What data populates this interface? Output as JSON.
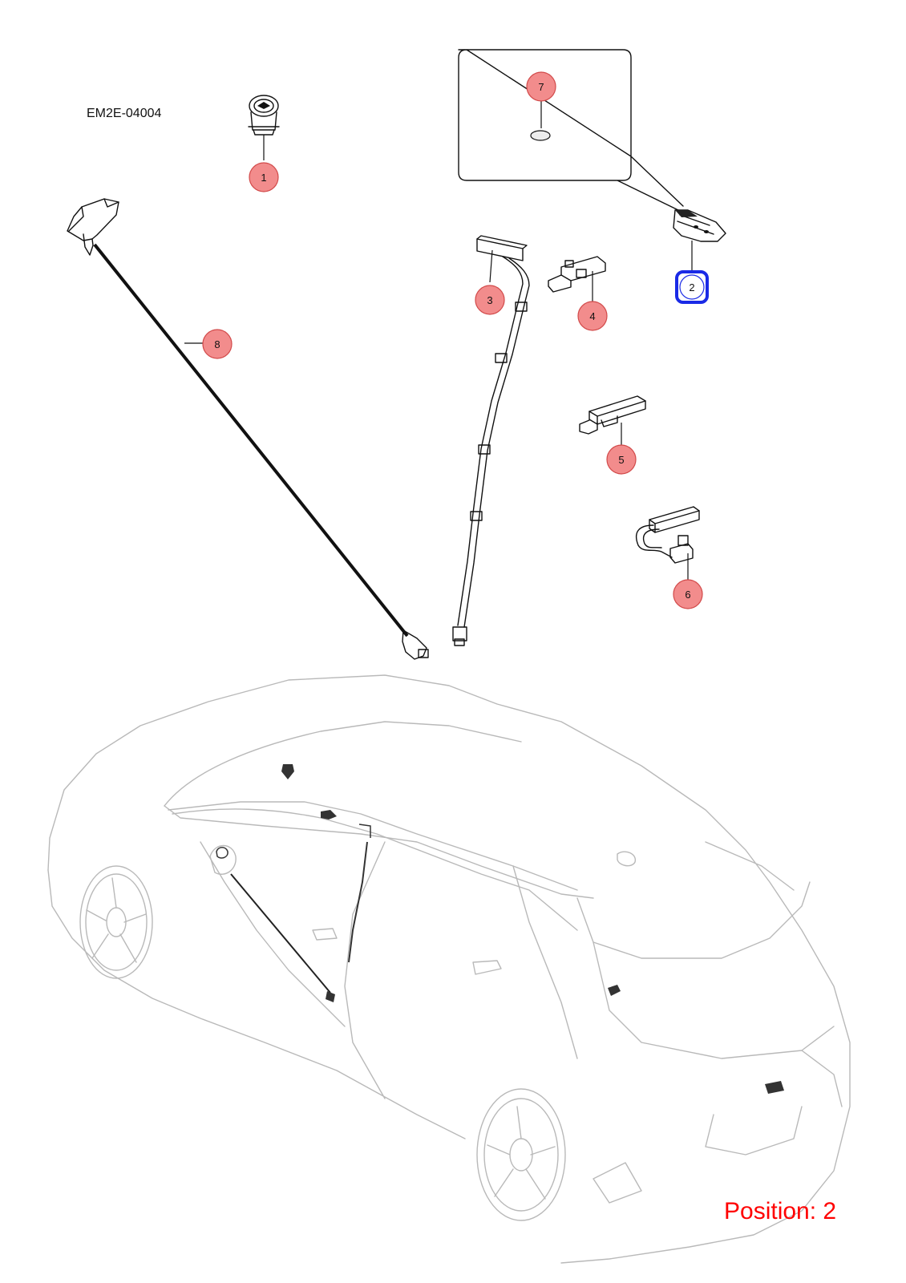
{
  "diagram": {
    "reference_code": "EM2E-04004",
    "position_label": "Position: 2",
    "colors": {
      "callout_fill": "#f28c8c",
      "callout_stroke": "#d24a4a",
      "highlight": "#1a2ae6",
      "position_text": "#ff0000",
      "part_stroke": "#111111",
      "car_stroke": "#b9b9b9"
    },
    "callouts": [
      {
        "label": "1"
      },
      {
        "label": "2",
        "highlighted": true
      },
      {
        "label": "3"
      },
      {
        "label": "4"
      },
      {
        "label": "5"
      },
      {
        "label": "6"
      },
      {
        "label": "7"
      },
      {
        "label": "8"
      }
    ]
  }
}
